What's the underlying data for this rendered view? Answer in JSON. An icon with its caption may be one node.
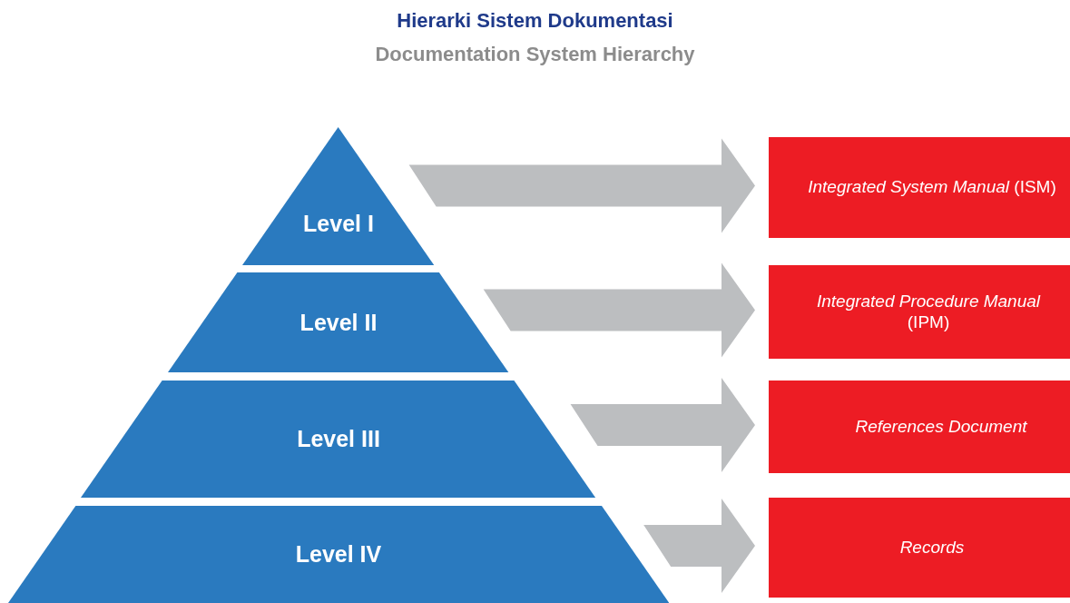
{
  "diagram": {
    "title": "Hierarki Sistem Dokumentasi",
    "nodes": [
      {
        "text": [
          "Level I"
        ]
      },
      {
        "text": [
          "Level II"
        ]
      },
      {
        "text": [
          "Level III"
        ]
      },
      {
        "text": [
          "Level IV"
        ]
      },
      {
        "text": [
          "*Integrated System Manual* (ISM)"
        ]
      },
      {
        "text": [
          "*Integrated Procedure Manual* (IPM)"
        ]
      },
      {
        "text": [
          "*References Document*"
        ]
      },
      {
        "text": [
          "*Records*"
        ]
      }
    ],
    "edges": [
      {
        "from": 0,
        "to": 4,
        "arrow": "to"
      },
      {
        "from": 1,
        "to": 5,
        "arrow": "to"
      },
      {
        "from": 2,
        "to": 6,
        "arrow": "to"
      },
      {
        "from": 3,
        "to": 7,
        "arrow": "to"
      }
    ],
    "labels": [
      "Documentation System Hierarchy"
    ]
  }
}
